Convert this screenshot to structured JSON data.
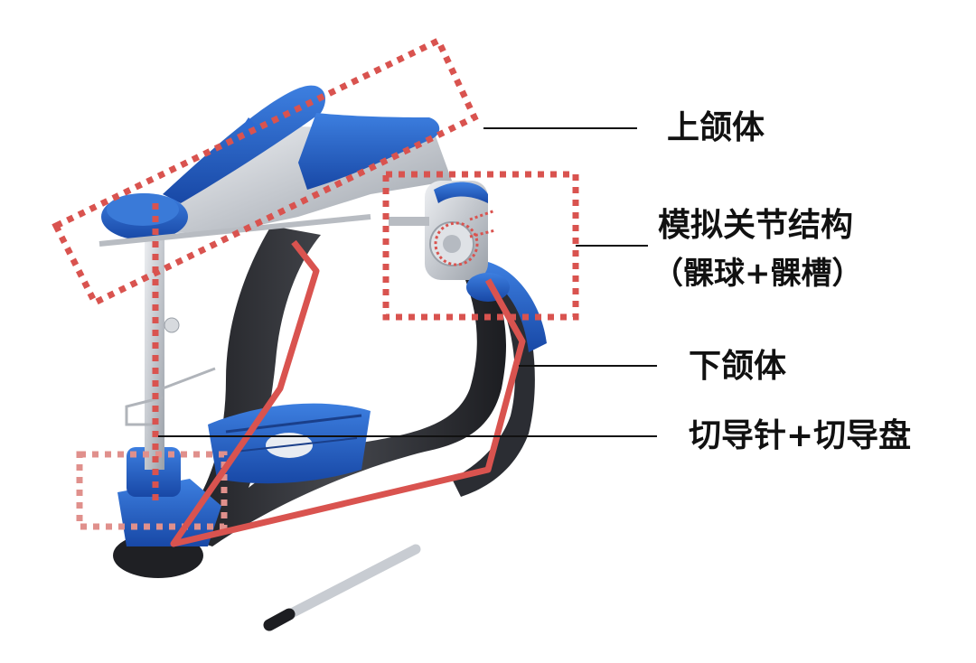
{
  "labels": {
    "upper_member": "上颌体",
    "condylar_mechanism": "模拟关节结构",
    "condylar_detail": "（髁球+髁槽）",
    "lower_member": "下颌体",
    "incisal_guide": "切导针+切导盘"
  },
  "colors": {
    "frame_dark": "#2b2d33",
    "frame_blue": "#1f5fc4",
    "metal": "#c9ccd1",
    "highlight": "#d9534f",
    "leader": "#111111"
  },
  "icons": [
    "articulator-illustration"
  ]
}
